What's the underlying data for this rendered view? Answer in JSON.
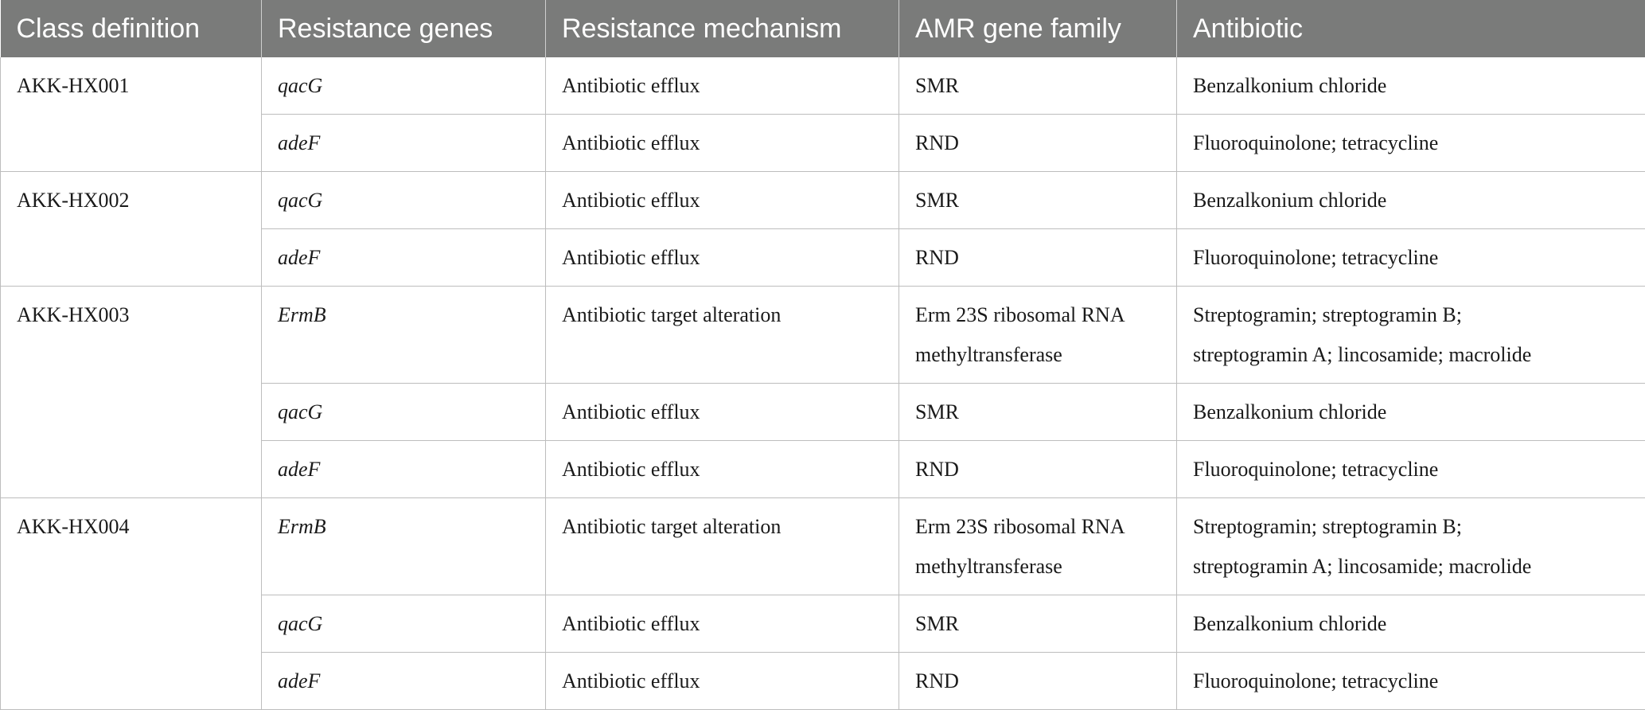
{
  "table": {
    "headers": [
      "Class definition",
      "Resistance genes",
      "Resistance mechanism",
      "AMR gene family",
      "Antibiotic"
    ],
    "groups": [
      {
        "class": "AKK-HX001",
        "rows": [
          {
            "gene": "qacG",
            "mechanism": "Antibiotic efflux",
            "family": [
              "SMR"
            ],
            "antibiotic": [
              "Benzalkonium chloride"
            ]
          },
          {
            "gene": "adeF",
            "mechanism": "Antibiotic efflux",
            "family": [
              "RND"
            ],
            "antibiotic": [
              "Fluoroquinolone; tetracycline"
            ]
          }
        ]
      },
      {
        "class": "AKK-HX002",
        "rows": [
          {
            "gene": "qacG",
            "mechanism": "Antibiotic efflux",
            "family": [
              "SMR"
            ],
            "antibiotic": [
              "Benzalkonium chloride"
            ]
          },
          {
            "gene": "adeF",
            "mechanism": "Antibiotic efflux",
            "family": [
              "RND"
            ],
            "antibiotic": [
              "Fluoroquinolone; tetracycline"
            ]
          }
        ]
      },
      {
        "class": "AKK-HX003",
        "rows": [
          {
            "gene": "ErmB",
            "mechanism": "Antibiotic target alteration",
            "family": [
              "Erm 23S ribosomal RNA",
              "methyltransferase"
            ],
            "antibiotic": [
              "Streptogramin; streptogramin B;",
              "streptogramin A; lincosamide; macrolide"
            ]
          },
          {
            "gene": "qacG",
            "mechanism": "Antibiotic efflux",
            "family": [
              "SMR"
            ],
            "antibiotic": [
              "Benzalkonium chloride"
            ]
          },
          {
            "gene": "adeF",
            "mechanism": "Antibiotic efflux",
            "family": [
              "RND"
            ],
            "antibiotic": [
              "Fluoroquinolone; tetracycline"
            ]
          }
        ]
      },
      {
        "class": "AKK-HX004",
        "rows": [
          {
            "gene": "ErmB",
            "mechanism": "Antibiotic target alteration",
            "family": [
              "Erm 23S ribosomal RNA",
              "methyltransferase"
            ],
            "antibiotic": [
              "Streptogramin; streptogramin B;",
              "streptogramin A; lincosamide; macrolide"
            ]
          },
          {
            "gene": "qacG",
            "mechanism": "Antibiotic efflux",
            "family": [
              "SMR"
            ],
            "antibiotic": [
              "Benzalkonium chloride"
            ]
          },
          {
            "gene": "adeF",
            "mechanism": "Antibiotic efflux",
            "family": [
              "RND"
            ],
            "antibiotic": [
              "Fluoroquinolone; tetracycline"
            ]
          }
        ]
      }
    ]
  }
}
